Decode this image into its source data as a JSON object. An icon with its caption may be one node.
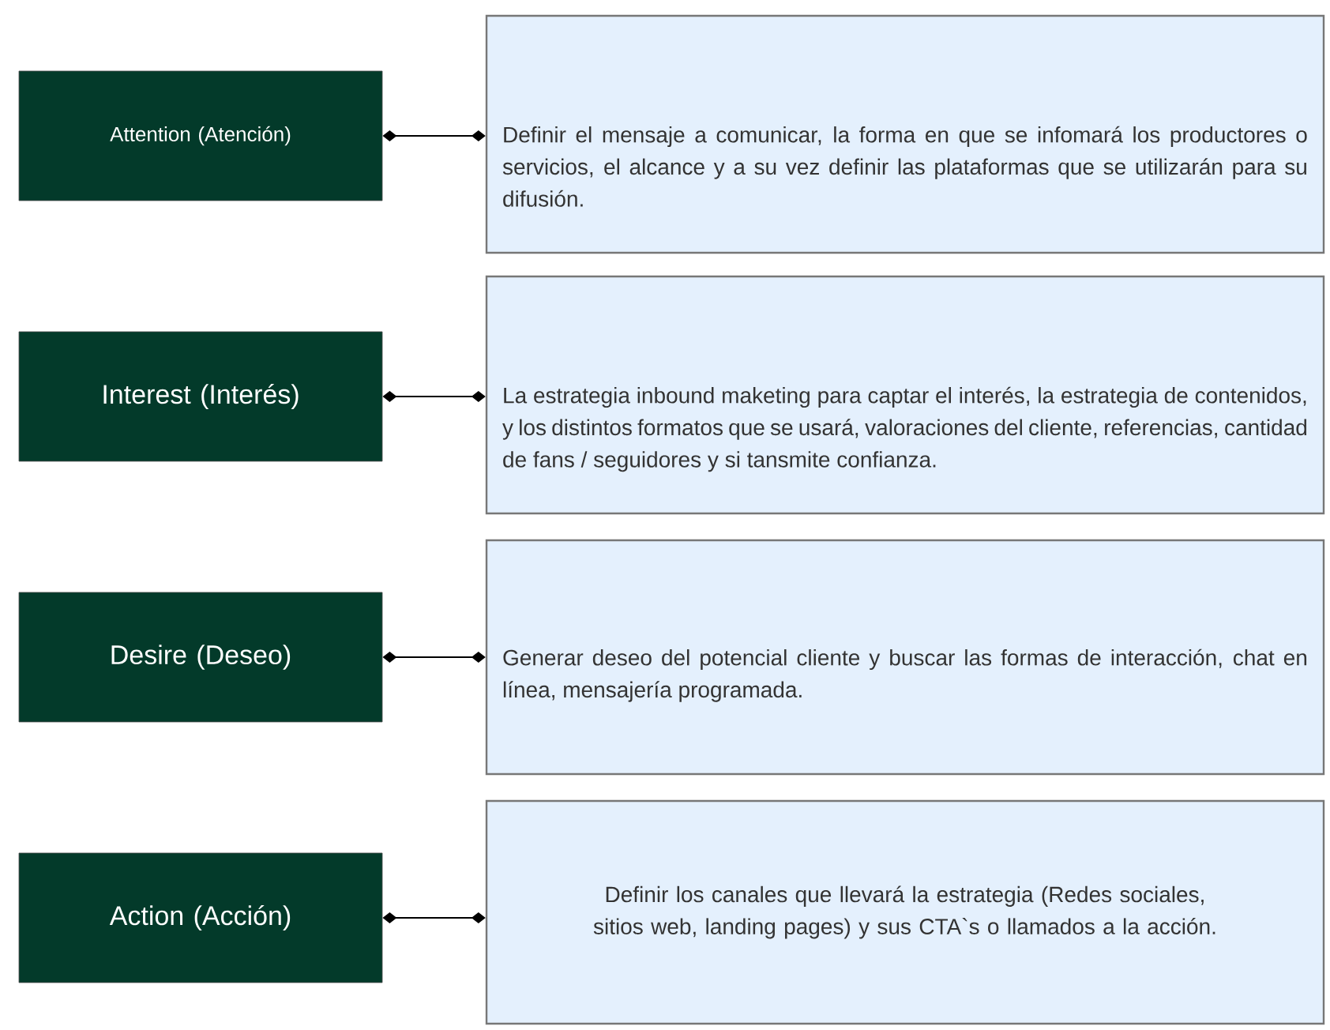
{
  "diagram": {
    "nodes": [
      {
        "text": [
          "Attention (Atención)"
        ]
      },
      {
        "text": [
          "Definir el mensaje a comunicar, la forma en que se infomará los productores o servicios, el alcance y a su vez definir las plataformas que se utilizarán para su difusión."
        ]
      },
      {
        "text": [
          "Interest (Interés)"
        ]
      },
      {
        "text": [
          "La estrategia inbound maketing para captar el interés, la estrategia de contenidos, y los distintos formatos que se usará, valoraciones del cliente, referencias, cantidad de fans / seguidores y si tansmite confianza."
        ]
      },
      {
        "text": [
          "Desire (Deseo)"
        ]
      },
      {
        "text": [
          "Generar deseo del potencial cliente y buscar las formas de interacción, chat en línea, mensajería programada."
        ]
      },
      {
        "text": [
          "Action (Acción)"
        ]
      },
      {
        "text": [
          "Definir los canales que llevará la estrategia (Redes sociales, sitios web, landing pages) y sus CTA`s o llamados a la acción."
        ]
      }
    ],
    "edges": [
      {
        "from": 0,
        "to": 1,
        "arrow": "other"
      },
      {
        "from": 2,
        "to": 3,
        "arrow": "other"
      },
      {
        "from": 4,
        "to": 5,
        "arrow": "other"
      },
      {
        "from": 6,
        "to": 7,
        "arrow": "other"
      }
    ]
  }
}
